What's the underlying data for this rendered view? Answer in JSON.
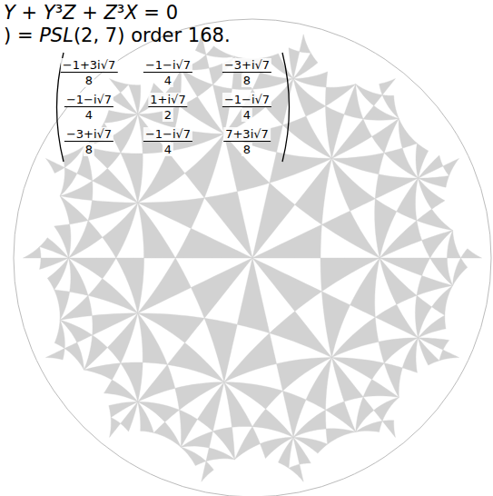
{
  "diagram": {
    "labels": [
      "Y + Y³Z + Z³X = 0",
      ") = PSL(2, 7) order 168.",
      "−1+3i√7",
      "8",
      "−1−i√7",
      "4",
      "−3+i√7",
      "8",
      "−1−i√7",
      "4",
      "1+i√7",
      "2",
      "−1−i√7",
      "4",
      "−3+i√7",
      "8",
      "−1−i√7",
      "4",
      "7+3i√7",
      "8"
    ]
  }
}
